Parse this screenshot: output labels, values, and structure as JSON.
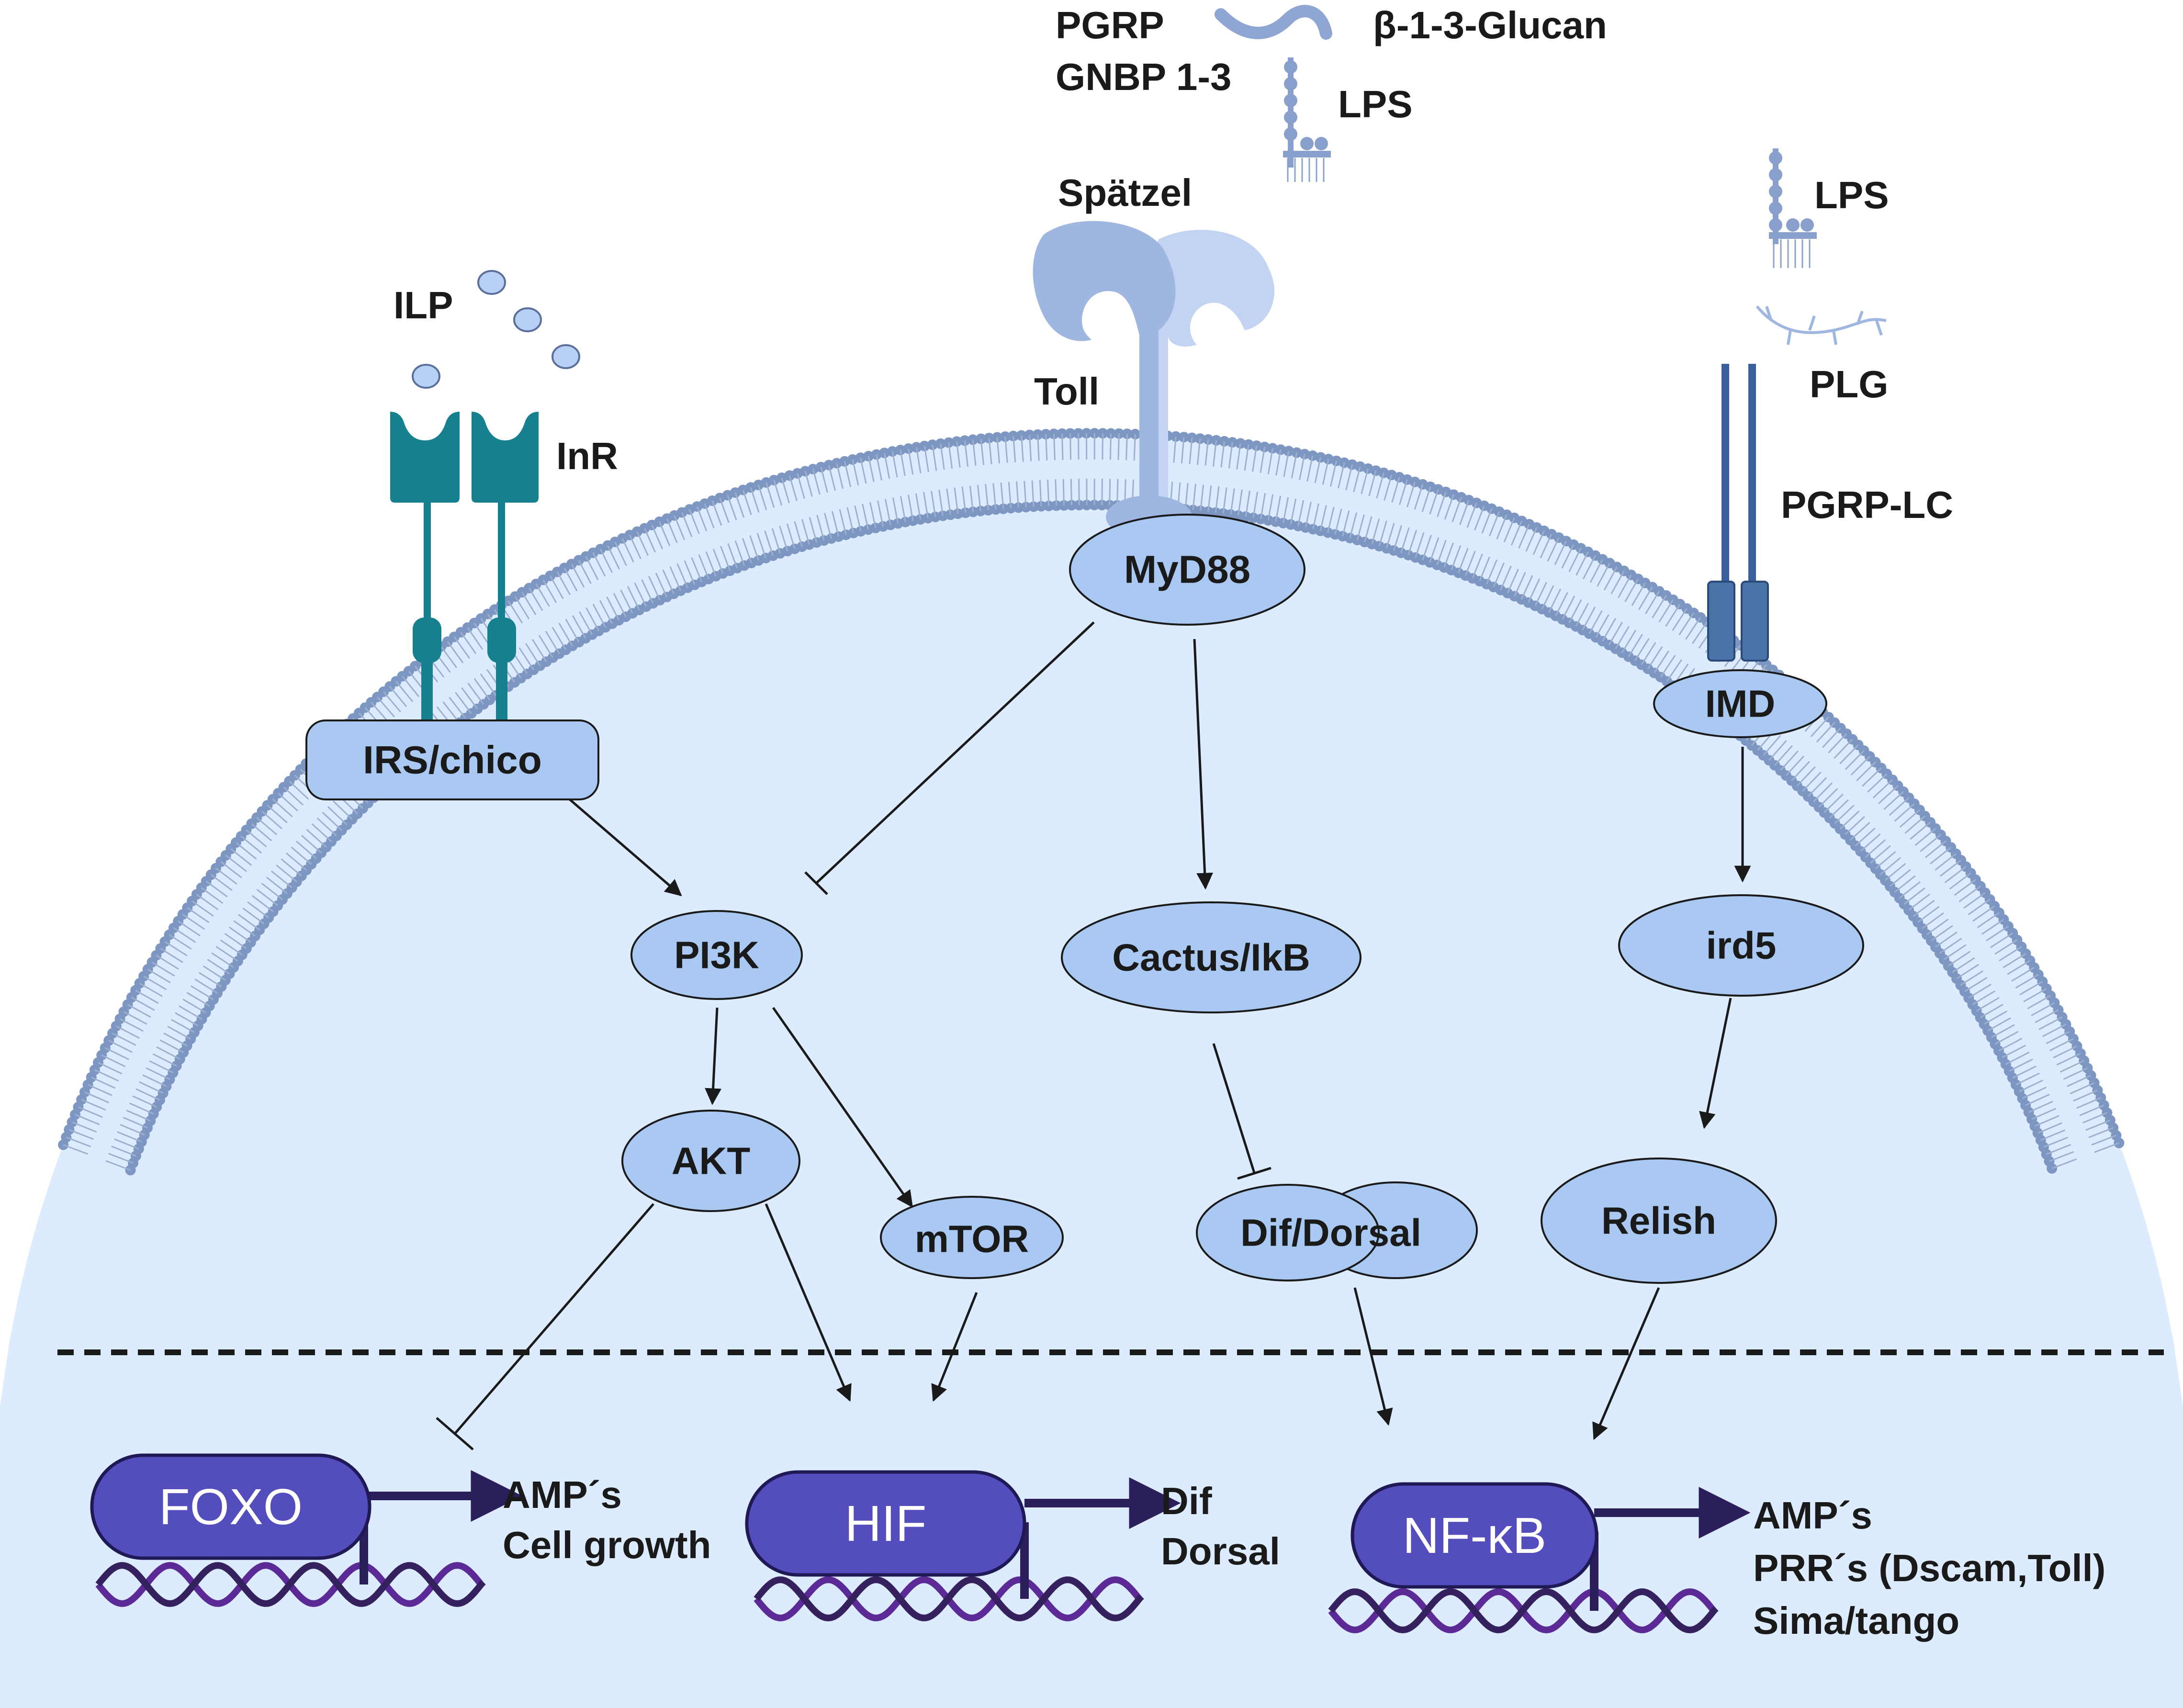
{
  "extracellular": {
    "pgrp": "PGRP",
    "gnbp": "GNBP 1-3",
    "glucan": "β-1-3-Glucan",
    "lps_top": "LPS",
    "spatzel": "Spätzel",
    "toll": "Toll",
    "ilp": "ILP",
    "inr": "InR",
    "lps_right": "LPS",
    "plg": "PLG",
    "pgrp_lc": "PGRP-LC"
  },
  "nodes": {
    "myd88": "MyD88",
    "irs_chico": "IRS/chico",
    "pi3k": "PI3K",
    "cactus": "Cactus/IkB",
    "imd": "IMD",
    "ird5": "ird5",
    "akt": "AKT",
    "mtor": "mTOR",
    "dif_dorsal": "Dif/Dorsal",
    "relish": "Relish"
  },
  "nucleus": {
    "foxo": "FOXO",
    "foxo_targets": [
      "AMP´s",
      "Cell growth"
    ],
    "hif": "HIF",
    "hif_targets": [
      "Dif",
      "Dorsal"
    ],
    "nfkb": "NF-κB",
    "nfkb_targets": [
      "AMP´s",
      "PRR´s (Dscam,Toll)",
      "Sima/tango"
    ]
  },
  "colors": {
    "cytoplasm": "#dcebfd",
    "node_fill": "#a9c8f2",
    "membrane_head": "#7d97c2",
    "insulin_receptor": "#16808f",
    "pgrp_lc_receptor": "#3a5f9c",
    "toll_receptor": "#9fb6e0",
    "transcription_factor": "#534dbd",
    "dna": "#5b2a96"
  },
  "icons": {
    "receptors": [
      "insulin-receptor-icon",
      "toll-receptor-icon",
      "pgrp-lc-receptor-icon"
    ],
    "ligands": [
      "ilp-ligand-icon",
      "glucan-ligand-icon",
      "lps-ligand-icon",
      "plg-ligand-icon"
    ]
  }
}
